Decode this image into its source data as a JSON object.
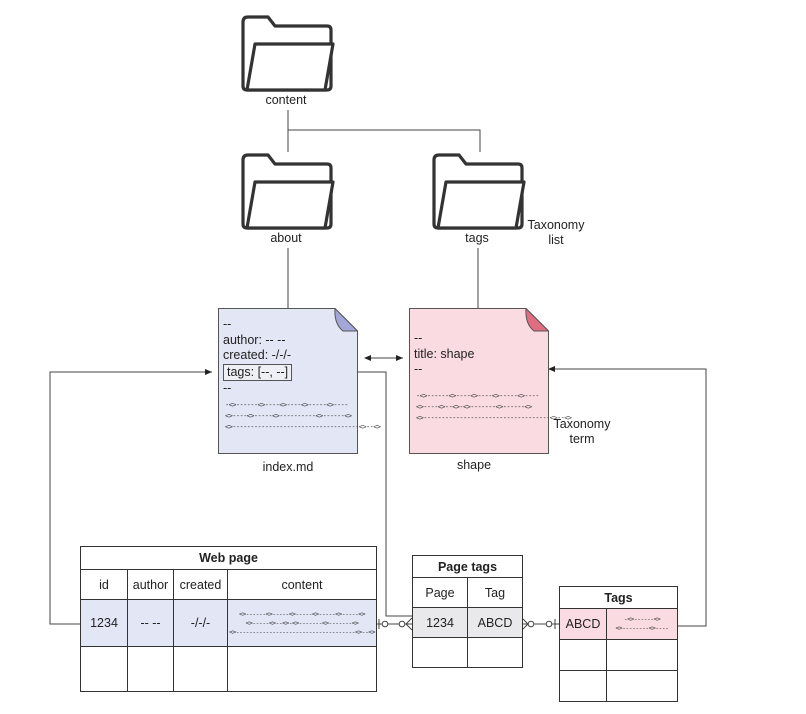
{
  "folders": {
    "content": {
      "label": "content",
      "icon": "folder-icon"
    },
    "about": {
      "label": "about",
      "icon": "folder-icon"
    },
    "tags": {
      "label": "tags",
      "icon": "folder-icon"
    }
  },
  "notes": {
    "taxonomy_list": [
      "Taxonomy",
      "list"
    ],
    "taxonomy_term": [
      "Taxonomy",
      "term"
    ]
  },
  "documents": {
    "index": {
      "label": "index.md",
      "color": "#e3e6f5",
      "corner_color": "#a3a6d8",
      "lines": [
        "--",
        "author: -- --",
        "created: -/-/-"
      ],
      "tags_line": "tags: [--, --]",
      "end_line": "--",
      "squiggles": [
        "-<>------<>----<>----<>-----<>----",
        "<>----<>-----<>----------<>------<>",
        "<>-----------------------------------<>--<>"
      ]
    },
    "shape": {
      "label": "shape",
      "color": "#fadbe1",
      "corner_color": "#e06d80",
      "lines": [
        "--",
        "title: shape",
        "--"
      ],
      "squiggles": [
        "-<>------<>----<>----<>-----<>----",
        "<>----<>--<>-<>-------<>------<>",
        "<>-----------------------------------<>--<>"
      ]
    }
  },
  "tables": {
    "web_page": {
      "title": "Web page",
      "headers": [
        "id",
        "author",
        "created",
        "content"
      ],
      "row": {
        "id": "1234",
        "author": "-- --",
        "created": "-/-/-",
        "content": [
          "<>------<>-----<>-----<>-----<>-----<>",
          "<>-----<>--<>-<>-------<>-------<>",
          "<>------------------------------------<>--<>"
        ]
      },
      "highlight": "#e3e6f5"
    },
    "page_tags": {
      "title": "Page tags",
      "headers": [
        "Page",
        "Tag"
      ],
      "row": [
        "1234",
        "ABCD"
      ],
      "highlight": "#e9e9ec"
    },
    "tags": {
      "title": "Tags",
      "row": {
        "id": "ABCD",
        "content": [
          "-<>------<>",
          "<>--------<>----"
        ]
      },
      "highlight": "#fadbe1"
    }
  }
}
